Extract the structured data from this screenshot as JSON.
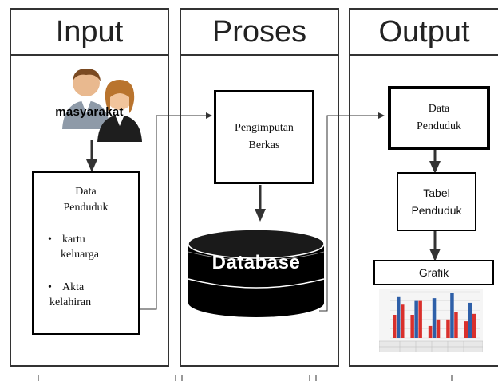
{
  "columns": [
    {
      "header": "Input"
    },
    {
      "header": "Proses"
    },
    {
      "header": "Output"
    }
  ],
  "input": {
    "actor_label": "masyarakat",
    "data_box": {
      "title_line1": "Data",
      "title_line2": "Penduduk",
      "items": [
        {
          "line1": "kartu",
          "line2": "keluarga"
        },
        {
          "line1": "Akta",
          "line2": "kelahiran"
        }
      ]
    }
  },
  "proses": {
    "step_line1": "Pengimputan",
    "step_line2": "Berkas",
    "database_label": "Database"
  },
  "output": {
    "data_line1": "Data",
    "data_line2": "Penduduk",
    "tabel_line1": "Tabel",
    "tabel_line2": "Penduduk",
    "grafik_label": "Grafik"
  },
  "colors": {
    "border": "#333333",
    "bar_red": "#d9302c",
    "bar_blue": "#2e5fa8",
    "database": "#000000"
  },
  "chart_data": {
    "type": "bar",
    "series": [
      {
        "values": [
          2.5,
          2.5,
          1.3,
          2.0,
          1.8
        ]
      },
      {
        "values": [
          4.5,
          4.0,
          4.3,
          4.9,
          3.8
        ]
      },
      {
        "values": [
          3.6,
          4.0,
          2.0,
          2.8,
          2.6
        ]
      }
    ],
    "ylim": [
      0,
      5
    ]
  }
}
